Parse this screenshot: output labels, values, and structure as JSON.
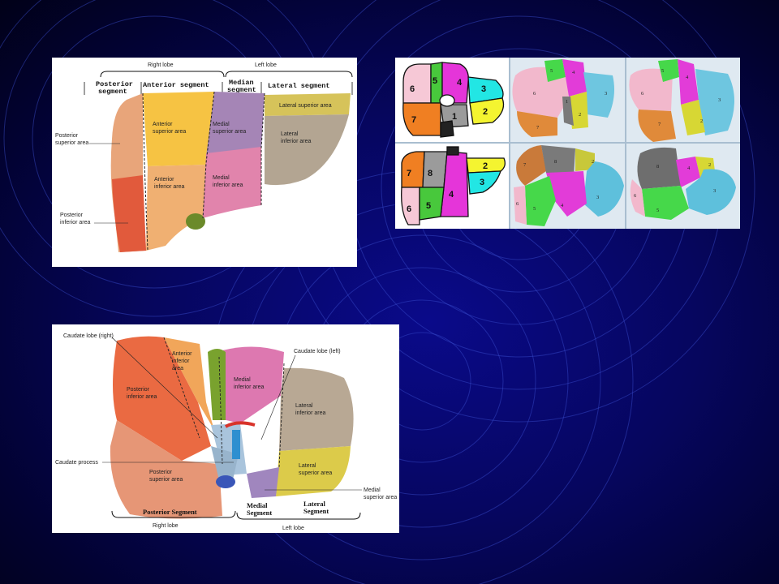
{
  "top_left": {
    "right_lobe": "Right lobe",
    "left_lobe": "Left lobe",
    "posterior_segment": "Posterior",
    "posterior_segment_2": "segment",
    "anterior_segment": "Anterior segment",
    "median_segment": "Median",
    "median_segment_2": "segment",
    "lateral_segment": "Lateral segment",
    "posterior_superior_area": "Posterior",
    "posterior_superior_area_2": "superior area",
    "posterior_inferior_area": "Posterior",
    "posterior_inferior_area_2": "inferior area",
    "anterior_superior_area": "Anterior",
    "anterior_superior_area_2": "superior area",
    "anterior_inferior_area": "Anterior",
    "anterior_inferior_area_2": "inferior area",
    "medial_superior_area": "Medial",
    "medial_superior_area_2": "superior area",
    "medial_inferior_area": "Medial",
    "medial_inferior_area_2": "inferior area",
    "lateral_superior_area": "Lateral superior area",
    "lateral_inferior_area": "Lateral",
    "lateral_inferior_area_2": "inferior area"
  },
  "top_right": {
    "schema_top": [
      "6",
      "5",
      "4",
      "3",
      "2",
      "7",
      "1"
    ],
    "schema_bottom": [
      "7",
      "8",
      "2",
      "3",
      "4",
      "6",
      "5"
    ],
    "model1_top": [
      "5",
      "4",
      "6",
      "1",
      "3",
      "2",
      "7"
    ],
    "model2_top": [
      "5",
      "4",
      "6",
      "3",
      "7",
      "2"
    ],
    "model1_bottom": [
      "7",
      "8",
      "2",
      "6",
      "5",
      "4",
      "3"
    ],
    "model2_bottom": [
      "8",
      "4",
      "2",
      "6",
      "5",
      "3"
    ]
  },
  "bottom": {
    "caudate_lobe_right": "Caudate lobe (right)",
    "caudate_lobe_left": "Caudate lobe (left)",
    "anterior_inferior_area": "Anterior",
    "anterior_inferior_area_2": "inferior",
    "anterior_inferior_area_3": "area",
    "medial_inferior_area": "Medial",
    "medial_inferior_area_2": "inferior area",
    "posterior_inferior_area": "Posterior",
    "posterior_inferior_area_2": "inferior area",
    "lateral_inferior_area": "Lateral",
    "lateral_inferior_area_2": "inferior area",
    "caudate_process": "Caudate process",
    "posterior_superior_area": "Posterior",
    "posterior_superior_area_2": "superior area",
    "lateral_superior_area": "Lateral",
    "lateral_superior_area_2": "superior area",
    "medial_superior_area": "Medial",
    "medial_superior_area_2": "superior area",
    "posterior_segment": "Posterior Segment",
    "medial_segment": "Medial",
    "medial_segment_2": "Segment",
    "lateral_segment": "Lateral",
    "lateral_segment_2": "Segment",
    "right_lobe": "Right lobe",
    "left_lobe": "Left lobe"
  }
}
